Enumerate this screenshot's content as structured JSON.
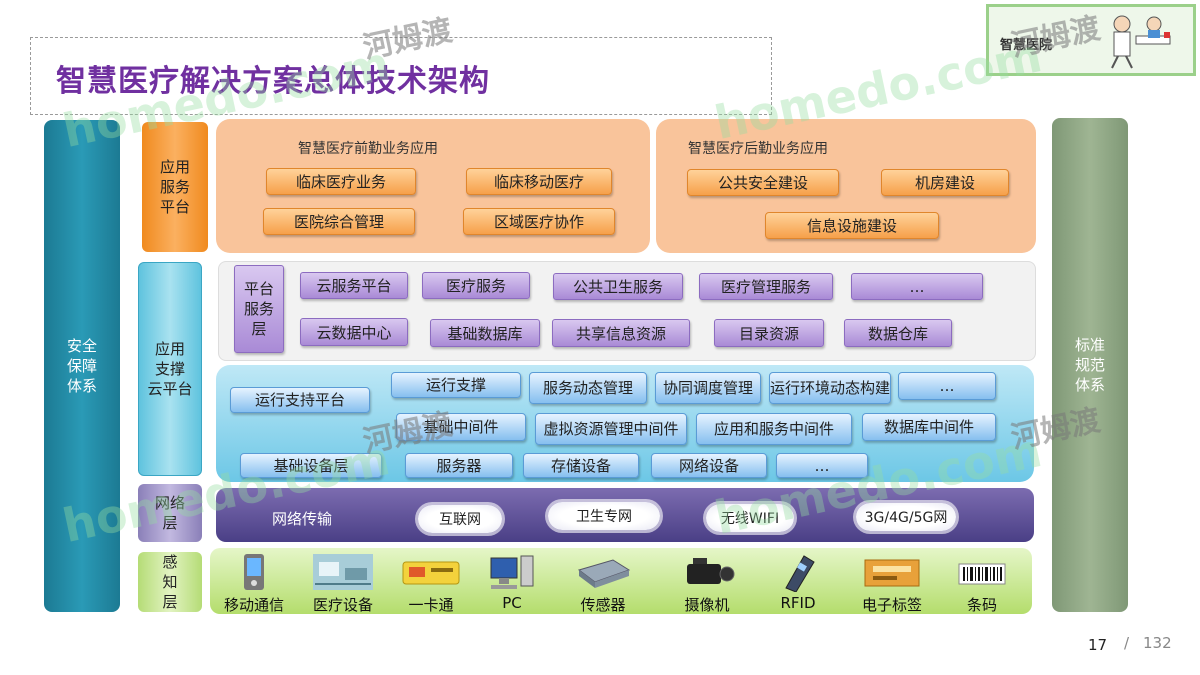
{
  "title": "智慧医疗解决方案总体技术架构",
  "logo": {
    "text": "智慧医院"
  },
  "watermarks": {
    "en": "homedo.com",
    "cn": "河姆渡"
  },
  "left_side": "安全\n保障\n体系",
  "right_side": "标准\n规范\n体系",
  "layers": {
    "app": {
      "label": "应用\n服务\n平台",
      "front": {
        "title": "智慧医疗前勤业务应用",
        "items": [
          "临床医疗业务",
          "临床移动医疗",
          "医院综合管理",
          "区域医疗协作"
        ]
      },
      "back": {
        "title": "智慧医疗后勤业务应用",
        "items": [
          "公共安全建设",
          "机房建设",
          "信息设施建设"
        ]
      }
    },
    "support": {
      "label": "应用\n支撑\n云平台",
      "platform": {
        "label": "平台\n服务\n层",
        "row1": [
          "云服务平台",
          "医疗服务",
          "公共卫生服务",
          "医疗管理服务",
          "…"
        ],
        "row2": [
          "云数据中心",
          "基础数据库",
          "共享信息资源",
          "目录资源",
          "数据仓库"
        ]
      },
      "cloud": {
        "left1": "运行支持平台",
        "row1": [
          "运行支撑",
          "服务动态管理",
          "协同调度管理",
          "运行环境动态构建",
          "…"
        ],
        "row2": [
          "基础中间件",
          "虚拟资源管理中间件",
          "应用和服务中间件",
          "数据库中间件"
        ],
        "left3": "基础设备层",
        "row3": [
          "服务器",
          "存储设备",
          "网络设备",
          "…"
        ]
      }
    },
    "network": {
      "label": "网络\n层",
      "title": "网络传输",
      "clouds": [
        "互联网",
        "卫生专网",
        "无线WIFI",
        "3G/4G/5G网"
      ]
    },
    "sense": {
      "label": "感\n知\n层",
      "devices": [
        {
          "label": "移动通信",
          "icon": "mobile-phone-icon"
        },
        {
          "label": "医疗设备",
          "icon": "medical-device-icon"
        },
        {
          "label": "一卡通",
          "icon": "card-icon"
        },
        {
          "label": "PC",
          "icon": "pc-icon"
        },
        {
          "label": "传感器",
          "icon": "sensor-icon"
        },
        {
          "label": "摄像机",
          "icon": "camera-icon"
        },
        {
          "label": "RFID",
          "icon": "rfid-reader-icon"
        },
        {
          "label": "电子标签",
          "icon": "electronic-tag-icon"
        },
        {
          "label": "条码",
          "icon": "barcode-icon"
        }
      ]
    }
  },
  "page": {
    "current": "17",
    "separator": "/",
    "total": "132"
  }
}
